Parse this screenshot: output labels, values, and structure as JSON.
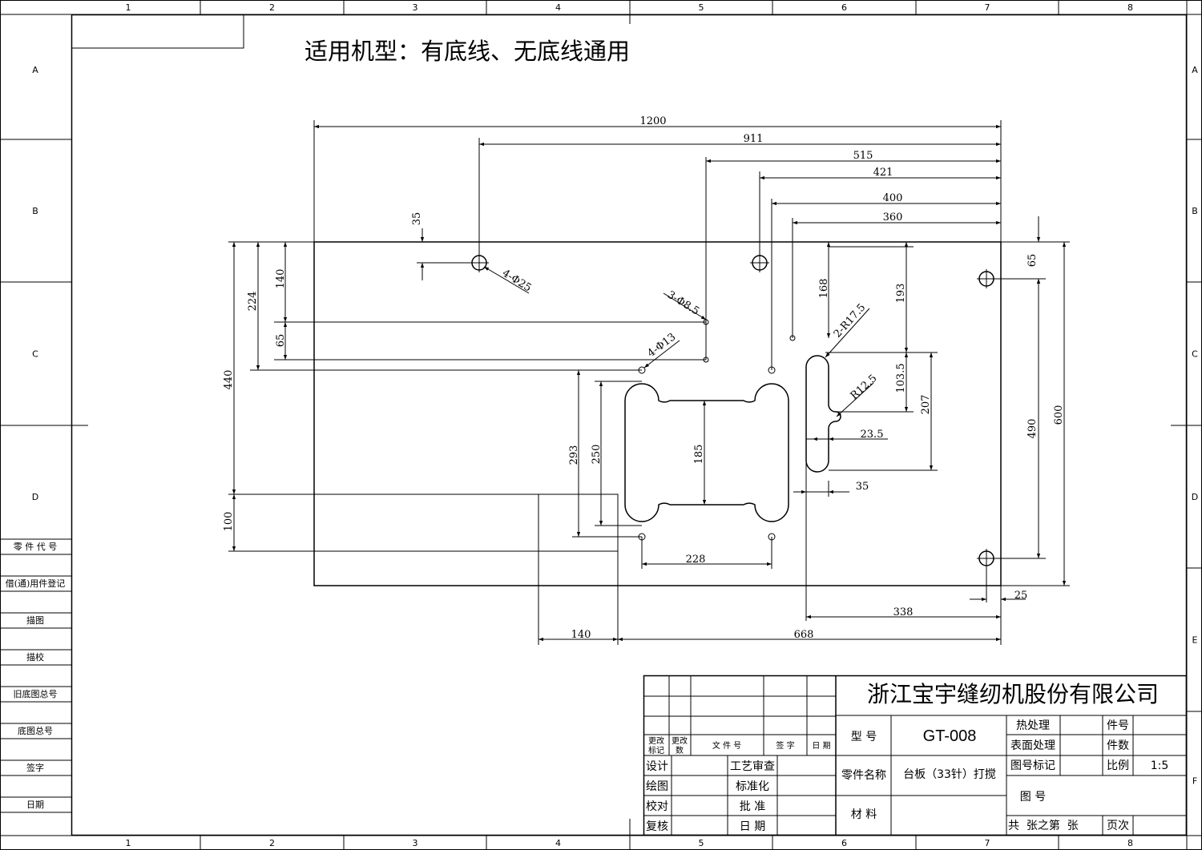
{
  "heading": "适用机型：有底线、无底线通用",
  "grid": {
    "columns": [
      "1",
      "2",
      "3",
      "4",
      "5",
      "6",
      "7",
      "8"
    ],
    "rows": [
      "A",
      "B",
      "C",
      "D",
      "E",
      "F"
    ]
  },
  "side_panel": [
    "零 件 代 号",
    "借(通)用件登记",
    "描图",
    "描校",
    "旧底图总号",
    "底图总号",
    "签字",
    "日期"
  ],
  "callouts": {
    "holes_25": "4-Φ25",
    "holes_8_5": "3-Φ8.5",
    "holes_13": "4-Φ13",
    "r17_5": "2-R17.5",
    "r12_5": "R12.5"
  },
  "dimensions": {
    "d1200": "1200",
    "d911": "911",
    "d515": "515",
    "d421": "421",
    "d400": "400",
    "d360": "360",
    "d35_top": "35",
    "d140_left": "140",
    "d224": "224",
    "d440": "440",
    "d65_left": "65",
    "d100": "100",
    "d293": "293",
    "d250": "250",
    "d185": "185",
    "d228": "228",
    "d168": "168",
    "d193": "193",
    "d103_5": "103.5",
    "d207": "207",
    "d23_5": "23.5",
    "d35_mid": "35",
    "d65_right": "65",
    "d490": "490",
    "d600": "600",
    "d25": "25",
    "d338": "338",
    "d140_bottom": "140",
    "d668": "668"
  },
  "title_block": {
    "company": "浙江宝宇缝纫机股份有限公司",
    "rev_mark": [
      "更改",
      "标记"
    ],
    "rev_count": [
      "更改",
      "数"
    ],
    "file_no": "文 件 号",
    "signature": "签 字",
    "date": "日 期",
    "design": "设计",
    "draw": "绘图",
    "check": "校对",
    "review": "复核",
    "process_review": "工艺审查",
    "standardize": "标准化",
    "approve": "批 准",
    "date2": "日 期",
    "model_label": "型 号",
    "model_value": "GT-008",
    "part_name_label": "零件名称",
    "part_name_value": "台板（33针）打搅",
    "material_label": "材 料",
    "heat_treat": "热处理",
    "surface_treat": "表面处理",
    "drawing_mark": "图号标记",
    "drawing_no": "图 号",
    "part_no": "件号",
    "quantity": "件数",
    "scale_label": "比例",
    "scale_value": "1:5",
    "sheets": "共  张之第  张",
    "page": "页次"
  }
}
